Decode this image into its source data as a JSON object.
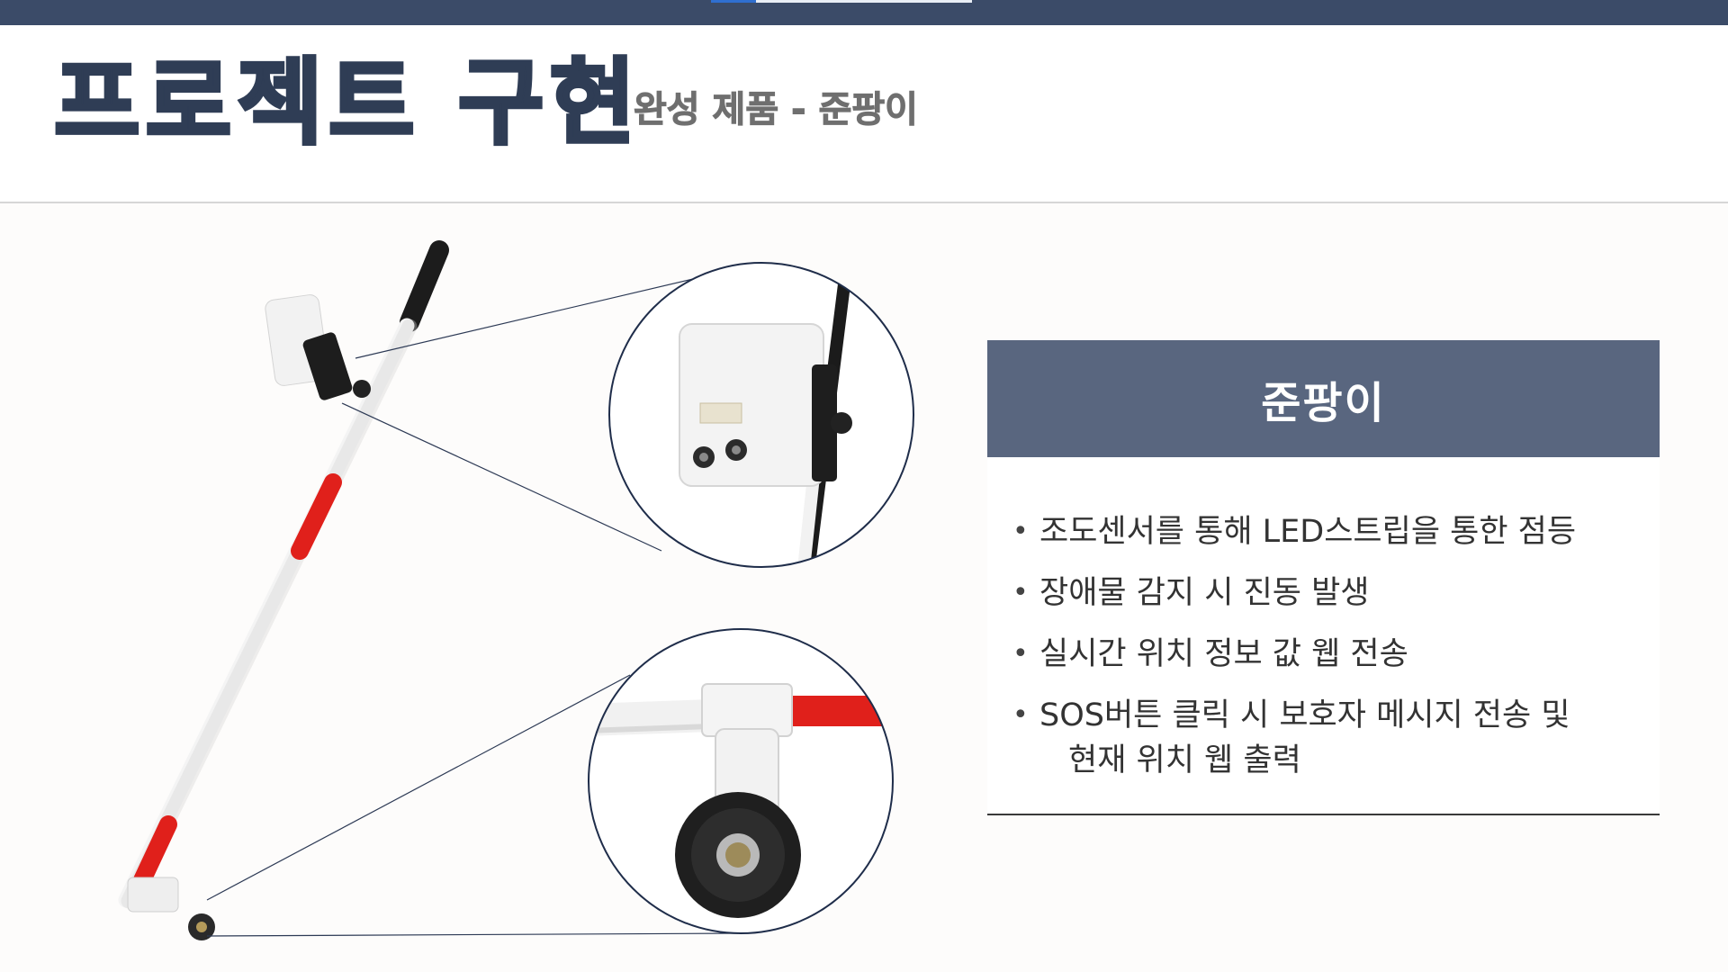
{
  "header": {
    "title": "프로젝트 구현",
    "subtitle": "완성 제품 - 준팡이"
  },
  "card": {
    "title": "준팡이",
    "bullet_glyph": "•",
    "features": [
      {
        "line1": "조도센서를 통해 LED스트립을 통한 점등",
        "line2": ""
      },
      {
        "line1": "장애물 감지 시 진동 발생",
        "line2": ""
      },
      {
        "line1": "실시간 위치 정보 값 웹 전송",
        "line2": ""
      },
      {
        "line1": "SOS버튼 클릭 시 보호자 메시지 전송 및",
        "line2": "현재 위치 웹 출력"
      }
    ]
  },
  "colors": {
    "top_bar": "#3b4b68",
    "title": "#2f3d55",
    "subtitle": "#6f6f6f",
    "card_header": "#59667f",
    "cane_red": "#e0201b"
  }
}
